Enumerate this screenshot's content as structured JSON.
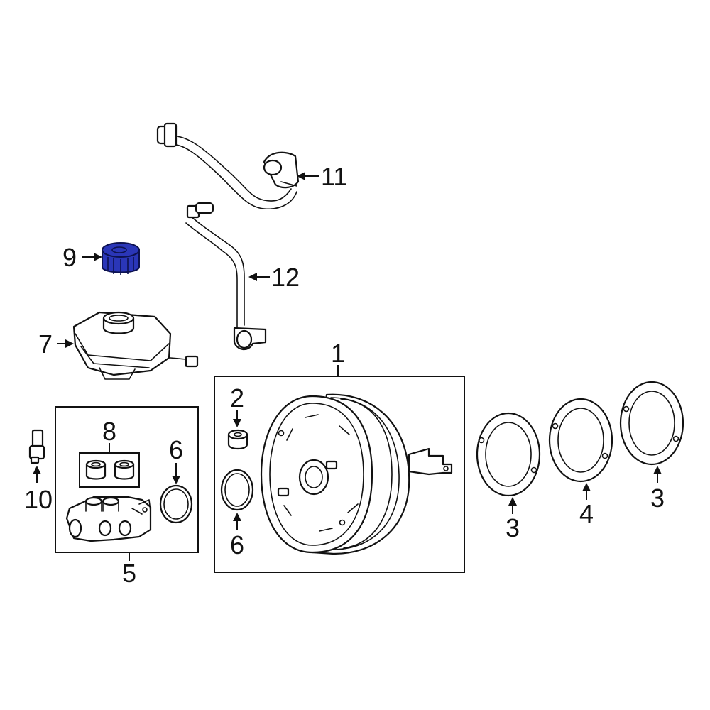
{
  "callouts": {
    "c1": "1",
    "c2": "2",
    "c3_left": "3",
    "c4": "4",
    "c3_right": "3",
    "c5": "5",
    "c6_booster": "6",
    "c6_master": "6",
    "c7": "7",
    "c8": "8",
    "c9": "9",
    "c10": "10",
    "c11": "11",
    "c12": "12"
  },
  "highlighted_part": "9",
  "colors": {
    "highlight": "#2a36b8",
    "line": "#111111",
    "background": "#ffffff"
  }
}
